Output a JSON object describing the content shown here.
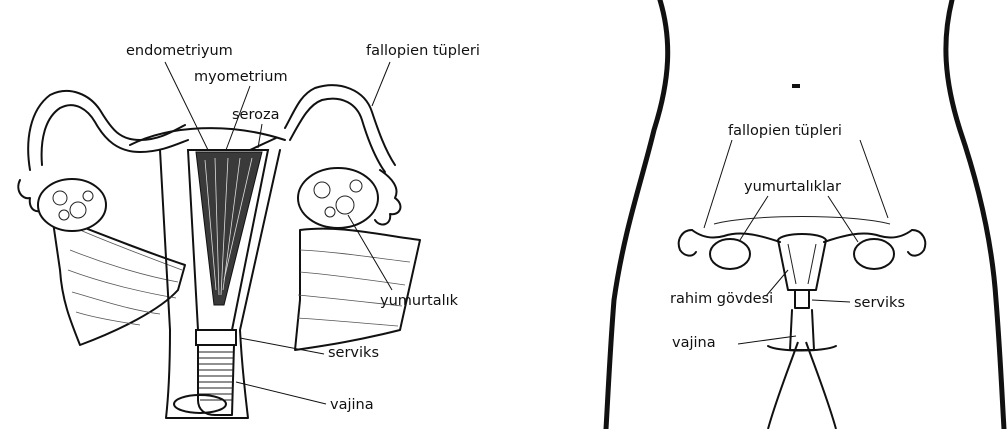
{
  "left_diagram": {
    "labels": {
      "endometrium": "endometriyum",
      "myometrium": "myometrium",
      "serosa": "seroza",
      "fallopian_tubes": "fallopien tüpleri",
      "ovary": "yumurtalık",
      "cervix": "serviks",
      "vagina": "vajina"
    }
  },
  "right_diagram": {
    "labels": {
      "fallopian_tubes": "fallopien tüpleri",
      "ovaries": "yumurtalıklar",
      "uterus_body": "rahim gövdesi",
      "cervix": "serviks",
      "vagina": "vajina"
    }
  }
}
